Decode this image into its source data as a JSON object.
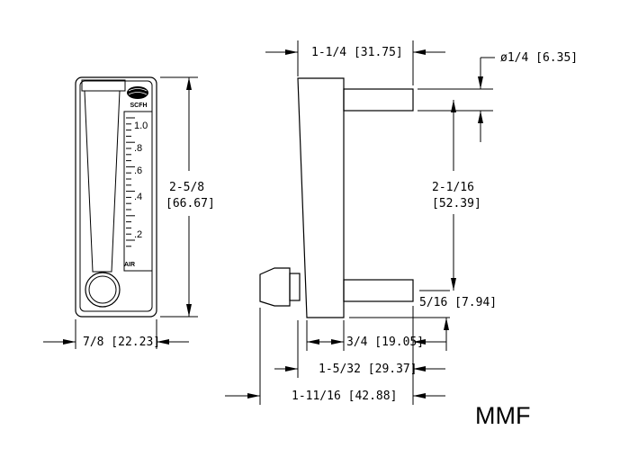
{
  "dimensions": {
    "front_width": "7/8 [22.23]",
    "front_height_a": "2-5/8",
    "front_height_b": "[66.67]",
    "side_top_width": "1-1/4 [31.75]",
    "port_diameter": "ø1/4 [6.35]",
    "port_spacing_a": "2-1/16",
    "port_spacing_b": "[52.39]",
    "bottom_offset": "5/16 [7.94]",
    "body_depth": "3/4 [19.05]",
    "depth_mid": "1-5/32 [29.37]",
    "overall_depth": "1-11/16 [42.88]"
  },
  "scale": {
    "unit": "SCFH",
    "medium": "AIR",
    "ticks": [
      "1.0",
      ".8",
      ".6",
      ".4",
      ".2"
    ]
  },
  "model": "MMF"
}
